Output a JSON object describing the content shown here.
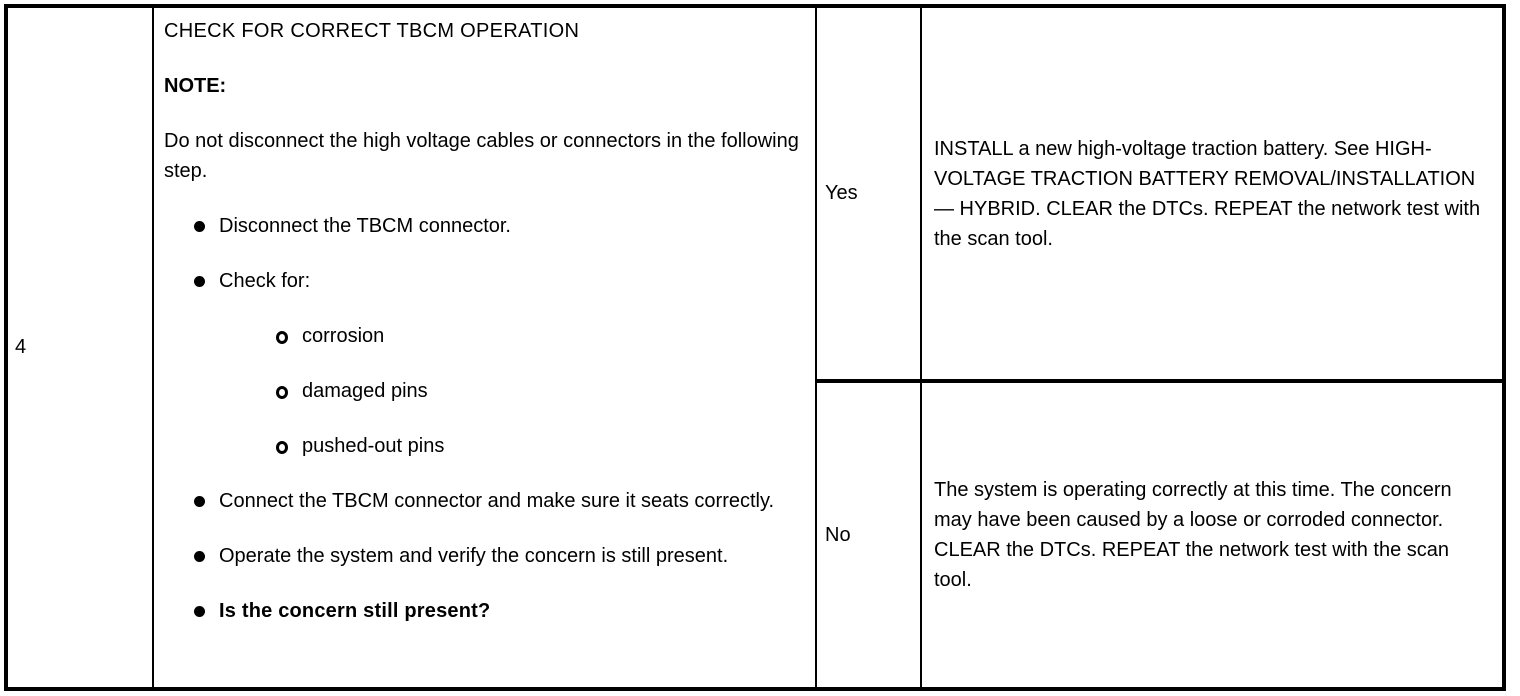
{
  "table": {
    "step": {
      "number": "4"
    },
    "action": {
      "title": "CHECK FOR CORRECT TBCM OPERATION",
      "note_label": "NOTE:",
      "note_text": "Do not disconnect the high voltage cables or connectors in the following step.",
      "checklist": [
        {
          "level": 1,
          "text": "Disconnect the TBCM connector."
        },
        {
          "level": 1,
          "text": "Check for:"
        },
        {
          "level": 2,
          "text": "corrosion"
        },
        {
          "level": 2,
          "text": "damaged pins"
        },
        {
          "level": 2,
          "text": "pushed-out pins"
        },
        {
          "level": 1,
          "text": "Connect the TBCM connector and make sure it seats correctly."
        },
        {
          "level": 1,
          "text": "Operate the system and verify the concern is still present."
        },
        {
          "level": 1,
          "text": "Is the concern still present?"
        }
      ]
    },
    "results": [
      {
        "answer": "Yes",
        "action": "INSTALL a new high-voltage traction battery. See HIGH-VOLTAGE TRACTION BATTERY REMOVAL/INSTALLATION — HYBRID. CLEAR the DTCs. REPEAT the network test with the scan tool."
      },
      {
        "answer": "No",
        "action": "The system is operating correctly at this time. The concern may have been caused by a loose or corroded connector. CLEAR the DTCs. REPEAT the network test with the scan tool."
      }
    ]
  }
}
